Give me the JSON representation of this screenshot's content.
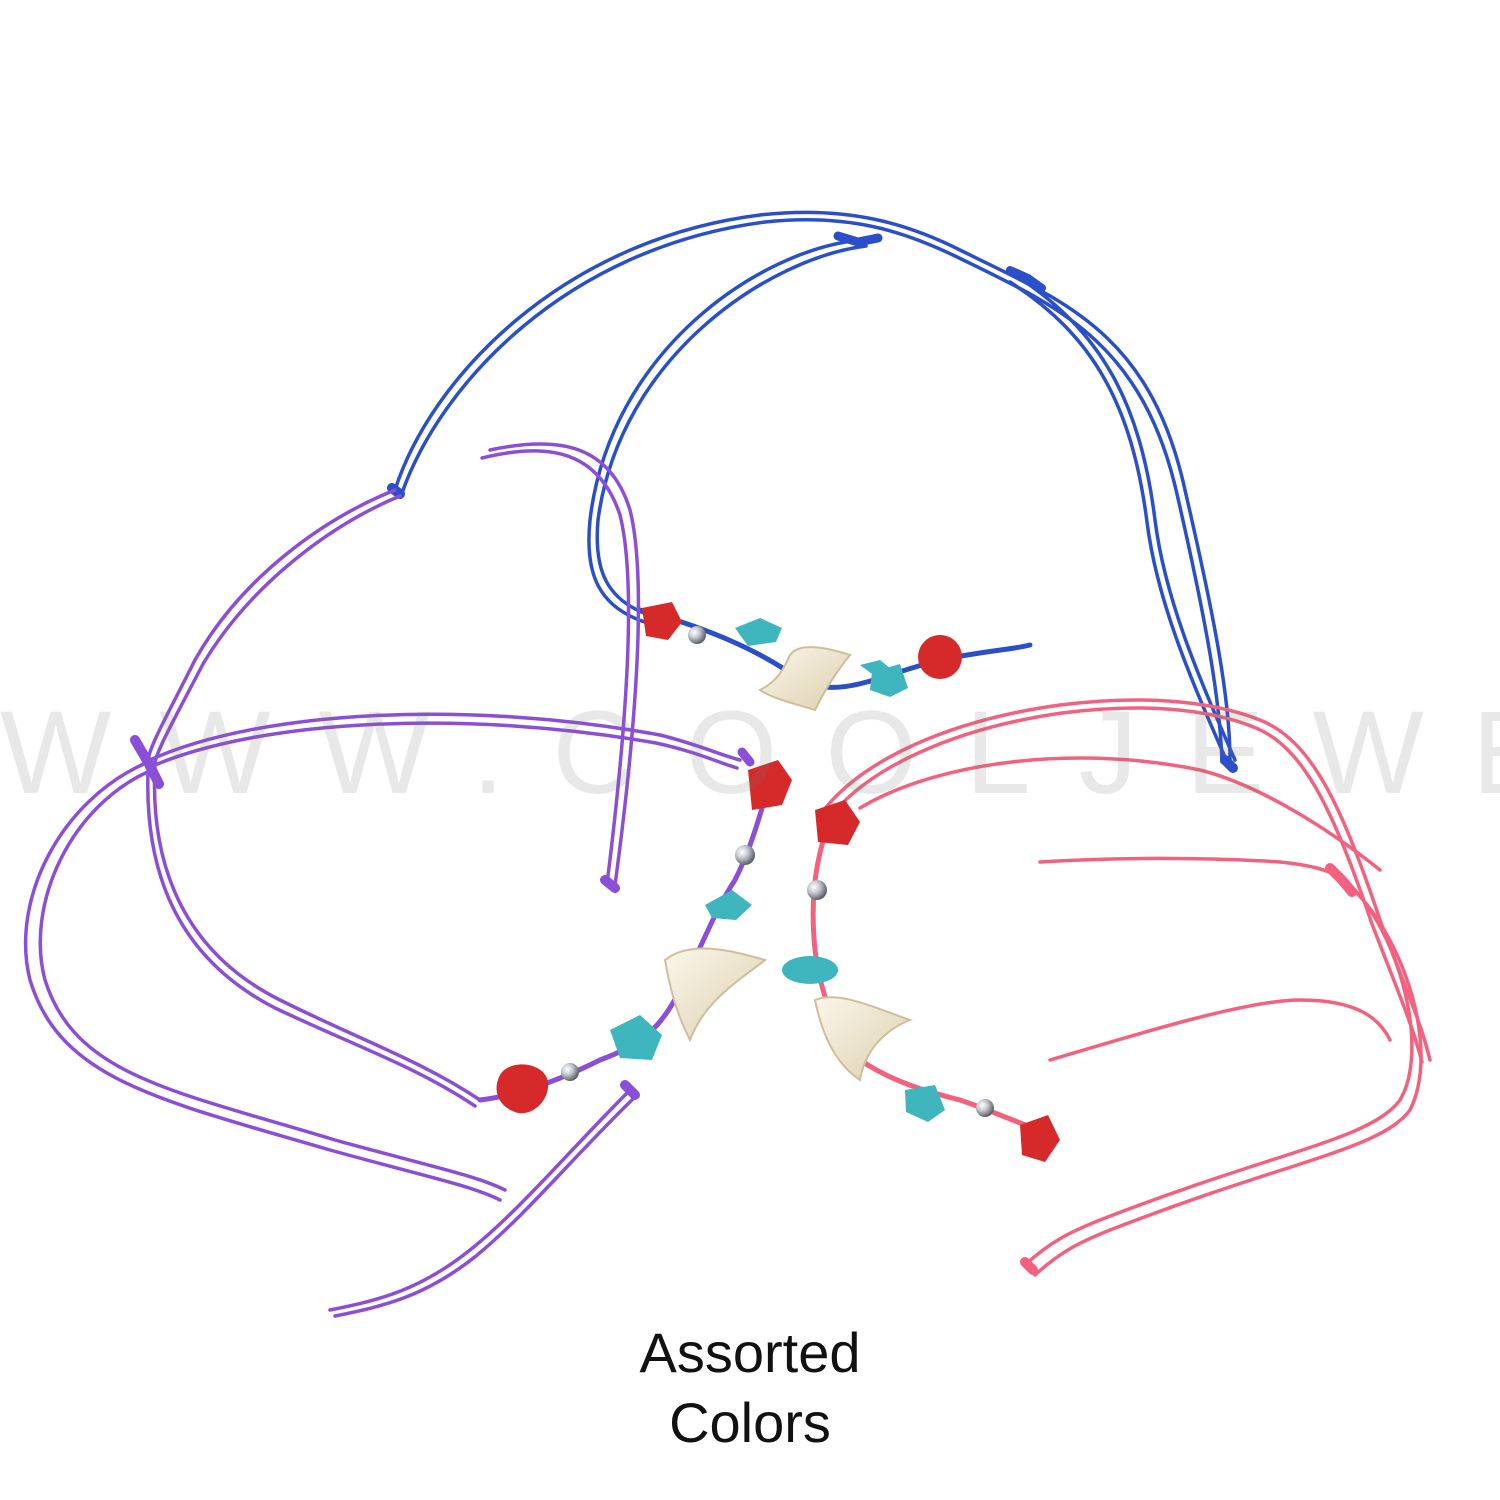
{
  "watermark": {
    "text": "WWW.COOLJEWELS.COM"
  },
  "caption": {
    "line1": "Assorted",
    "line2": "Colors"
  },
  "colors": {
    "blue_cord": "#2a4fc9",
    "purple_cord": "#8a4fd6",
    "pink_cord": "#f2627e",
    "coral_bead": "#d62a2a",
    "turquoise_bead": "#3fb6bd",
    "shark_tooth": "#efe6d2",
    "silver_bead": "#b8bcc2"
  },
  "icons": {
    "blue_bracelet": "blue-bracelet-icon",
    "purple_bracelet": "purple-bracelet-icon",
    "pink_bracelet": "pink-bracelet-icon"
  }
}
